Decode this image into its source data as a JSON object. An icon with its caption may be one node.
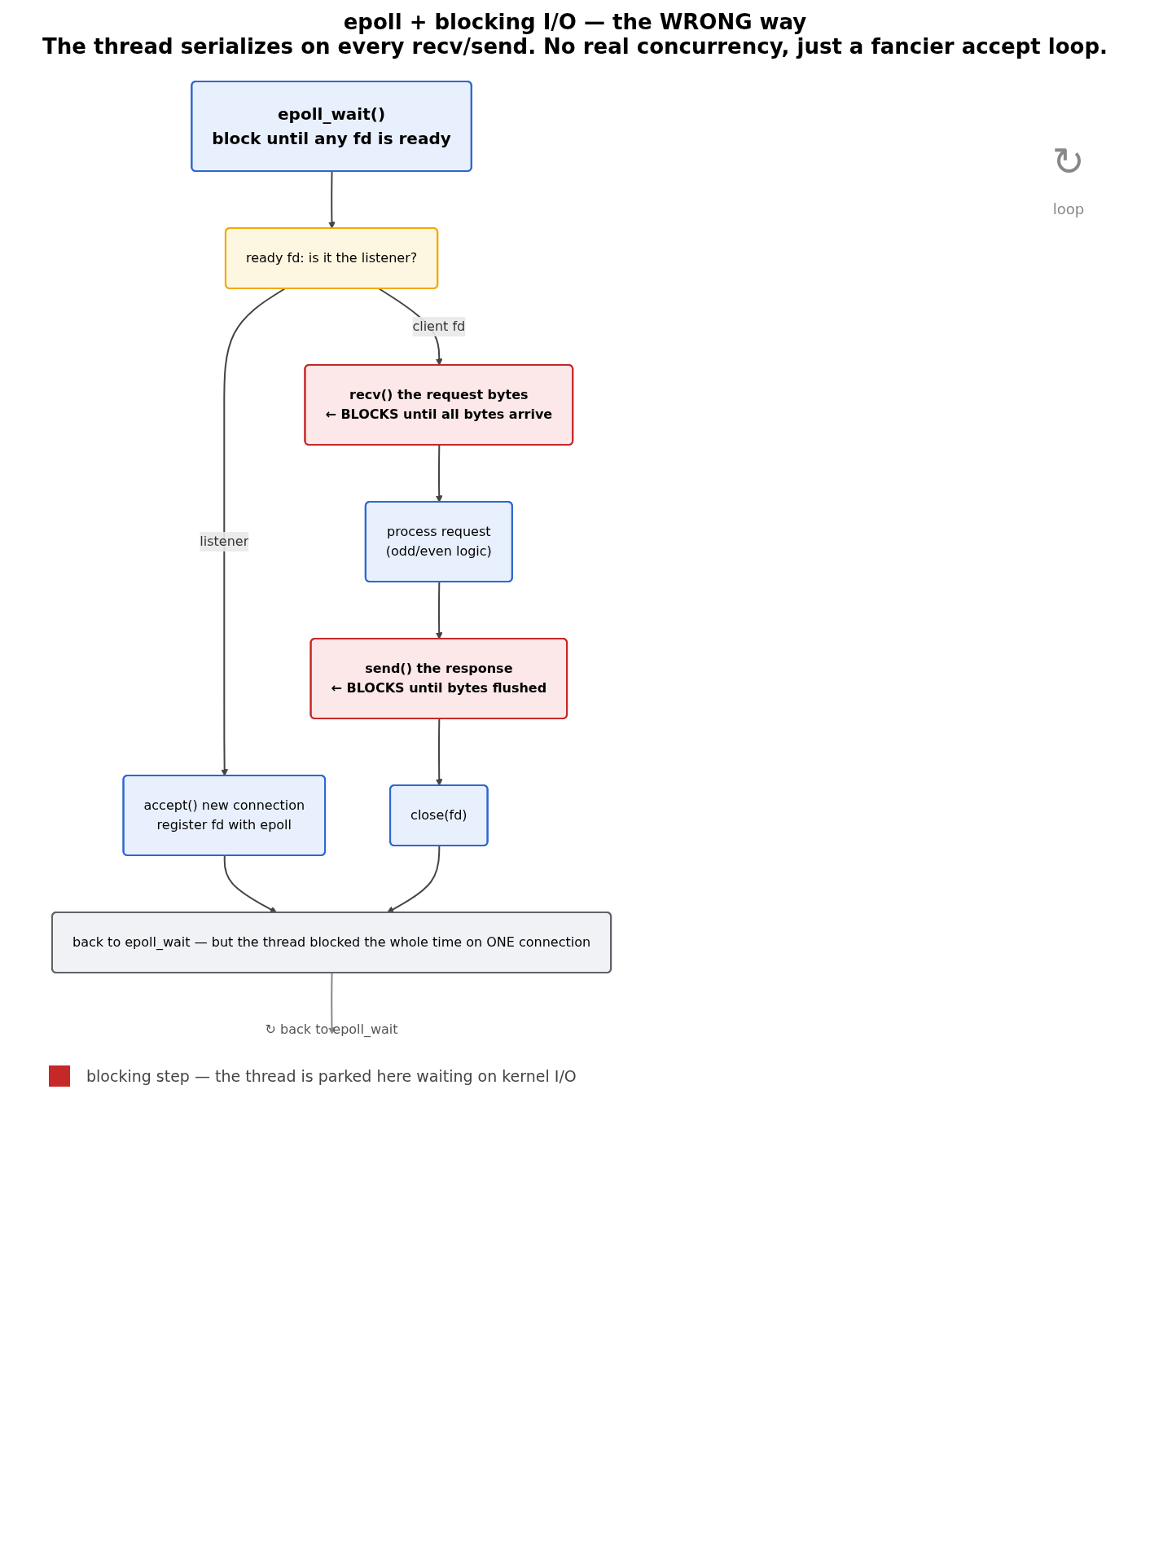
{
  "diagram": {
    "title": "epoll + blocking I/O  —  the WRONG way",
    "caption": "The thread serializes on every recv/send. No real concurrency, just a fancier accept loop.",
    "nodes": [
      {
        "text": [
          "epoll_wait()",
          "block until any fd is ready"
        ]
      },
      {
        "text": [
          "ready fd: is it the listener?"
        ]
      },
      {
        "text": [
          "accept() new connection",
          "register fd with epoll"
        ]
      },
      {
        "text": [
          "recv() the request bytes",
          "← BLOCKS until all bytes arrive"
        ]
      },
      {
        "text": [
          "process request",
          "(odd/even logic)"
        ]
      },
      {
        "text": [
          "send() the response",
          "← BLOCKS until bytes flushed"
        ]
      },
      {
        "text": [
          "close(fd)"
        ]
      },
      {
        "text": [
          "back to epoll_wait — but the thread blocked the whole time on ONE connection"
        ]
      },
      {
        "text": [
          "↻ back to epoll_wait"
        ]
      }
    ],
    "edges": [
      {
        "from": 0,
        "to": 1,
        "arrow": "to"
      },
      {
        "from": 1,
        "to": 2,
        "arrow": "to",
        "label": "listener"
      },
      {
        "from": 1,
        "to": 3,
        "arrow": "to",
        "label": "client fd"
      },
      {
        "from": 3,
        "to": 4,
        "arrow": "to"
      },
      {
        "from": 4,
        "to": 5,
        "arrow": "to"
      },
      {
        "from": 5,
        "to": 6,
        "arrow": "to"
      },
      {
        "from": 2,
        "to": 7,
        "arrow": "to"
      },
      {
        "from": 6,
        "to": 7,
        "arrow": "to"
      },
      {
        "from": 7,
        "to": 8,
        "arrow": "to",
        "color": "#888888"
      }
    ],
    "labels": [
      "↻",
      "loop"
    ],
    "legend": [
      {
        "text": "blocking step — the thread is parked here waiting on kernel I/O",
        "color": "#c62828"
      }
    ]
  }
}
